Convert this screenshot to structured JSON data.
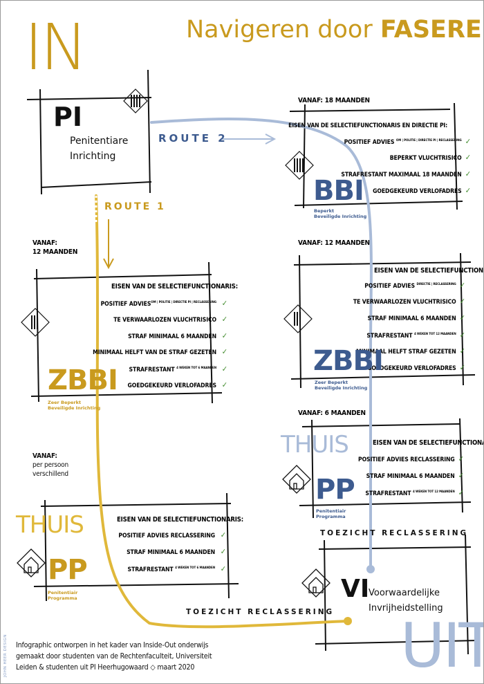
{
  "title": {
    "prefix": "Navigeren door ",
    "emph": "FASEREN"
  },
  "in_label": "IN",
  "uit_label": "UIT",
  "pi": {
    "abbr": "PI",
    "line1": "Penitentiare",
    "line2": "Inrichting"
  },
  "route1": "ROUTE 1",
  "route2": "ROUTE 2",
  "bbi": {
    "vanaf": "VANAF: 18 MAANDEN",
    "header": "EISEN VAN DE SELECTIEFUNCTIONARIS EN DIRECTIE PI:",
    "req1": "POSITIEF ADVIES",
    "req1_sup": "OM | POLITIE | DIRECTIE PI | RECLASSERING",
    "req2": "BEPERKT VLUCHTRISICO",
    "req3": "STRAFRESTANT MAXIMAAL 18 MAANDEN",
    "req4": "GOEDGEKEURD VERLOFADRES",
    "abbr": "BBI",
    "sub1": "Beperkt",
    "sub2": "Beveiligde Inrichting"
  },
  "zbbi_left": {
    "vanaf1": "VANAF:",
    "vanaf2": "12 MAANDEN",
    "header": "EISEN VAN DE SELECTIEFUNCTIONARIS:",
    "req1": "POSITIEF ADVIES",
    "req1_sup": "OM | POLITIE | DIRECTIE PI | RECLASSERING",
    "req2": "TE VERWAARLOZEN VLUCHTRISICO",
    "req3": "STRAF MINIMAAL 6 MAANDEN",
    "req4": "MINIMAAL HELFT VAN DE STRAF GEZETEN",
    "req5": "STRAFRESTANT",
    "req5_sup": "4 WEKEN TOT 6 MAANDEN",
    "req6": "GOEDGEKEURD VERLOFADRES",
    "abbr": "ZBBI",
    "sub1": "Zeer Beperkt",
    "sub2": "Beveiligde Inrichting"
  },
  "zbbi_right": {
    "vanaf": "VANAF: 12 MAANDEN",
    "header": "EISEN VAN DE SELECTIEFUNCTIONARIS:",
    "req1": "POSITIEF ADVIES",
    "req1_sup": "DIRECTIE | RECLASSERING",
    "req2": "TE VERWAARLOZEN VLUCHTRISICO",
    "req3": "STRAF MINIMAAL 6 MAANDEN",
    "req4": "STRAFRESTANT",
    "req4_sup": "4 WEKEN TOT 12 MAANDEN",
    "req5": "MINIMAAL HELFT STRAF GEZETEN",
    "req6": "GOEDGEKEURD VERLOFADRES",
    "abbr": "ZBBI",
    "sub1": "Zeer Beperkt",
    "sub2": "Beveiligde Inrichting"
  },
  "pp_right": {
    "vanaf": "VANAF: 6 MAANDEN",
    "thuis": "THUIS",
    "header": "EISEN VAN DE SELECTIEFUNCTIONARIS:",
    "req1": "POSITIEF ADVIES RECLASSERING",
    "req2": "STRAF MINIMAAL 6 MAANDEN",
    "req3": "STRAFRESTANT",
    "req3_sup": "4 WEKEN TOT 12 MAANDEN",
    "abbr": "PP",
    "sub1": "Penitentiair",
    "sub2": "Programma"
  },
  "pp_left": {
    "vanaf1": "VANAF:",
    "vanaf2": "per persoon",
    "vanaf3": "verschillend",
    "thuis": "THUIS",
    "header": "EISEN VAN DE SELECTIEFUNCTIONARIS:",
    "req1": "POSITIEF ADVIES RECLASSERING",
    "req2": "STRAF MINIMAAL 6 MAANDEN",
    "req3": "STRAFRESTANT",
    "req3_sup": "4 WEKEN TOT 6 MAANDEN",
    "abbr": "PP",
    "sub1": "Penitentiair",
    "sub2": "Programma"
  },
  "check": "✓",
  "toezicht_right": "TOEZICHT RECLASSERING",
  "toezicht_left": "TOEZICHT RECLASSERING",
  "vi": {
    "abbr": "VI",
    "line1": "Voorwaardelijke",
    "line2": "Invrijheidstelling"
  },
  "footer": {
    "line1": "Infographic ontworpen in het kader van Inside-Out onderwijs",
    "line2": "gemaakt door studenten van de Rechtenfaculteit, Universiteit",
    "line3": "Leiden & studenten uit PI Heerhugowaard  ◇  maart 2020",
    "credit": "JOHN HEER DESIGN"
  },
  "colors": {
    "gold": "#c99a1e",
    "blue": "#3d5b8f",
    "lightblue": "#a9bbd8",
    "check": "#3f8a2b"
  }
}
